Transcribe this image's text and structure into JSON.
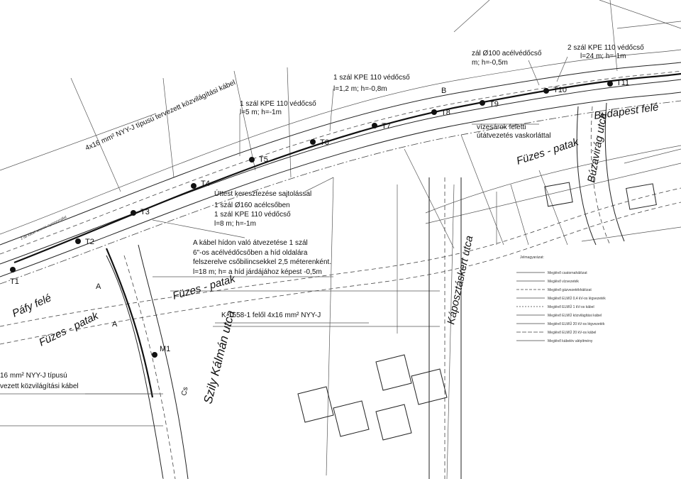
{
  "plan": {
    "annotations": {
      "main_cable": "4x16 mm² NYY-J típusú tervezett közvilágítási kábel",
      "kpe_top": "1 szál KPE 110 védőcső",
      "kpe_top_len": "l=5 m; h=-1m",
      "partial_top": "1 szál KPE 110 védőcső",
      "partial_top_len": "l=1,2 m; h=-0,8m",
      "acel_top_right": "zál Ø100 acélvédőcső",
      "acel_top_right_len": "m; h=-0,5m",
      "kpe_two_right": "2 szál KPE 110 védőcső",
      "kpe_two_right_len": "l=24 m; h=-1m",
      "vizesarok_1": "vízesárok feletti",
      "vizesarok_2": "útátvezetés vaskorláttal",
      "crossing_1": "Úttest keresztezése sajtolással",
      "crossing_2": "1 szál Ø160 acélcsőben",
      "crossing_3": "1 szál KPE 110 védőcső",
      "crossing_4": "l=8 m; h=-1m",
      "bridge_1": "A kábel hídon való átvezetése 1 szál",
      "bridge_2": "6\"-os acélvédőcsőben a híd oldalára",
      "bridge_3": "felszerelve csőbilincsekkel 2,5 méterenként.",
      "bridge_4": "l=18 m; h= a híd járdájához képest -0,5m",
      "k1558": "K-1558-1 felől 4x16 mm² NYY-J",
      "lower_left_1": "16 mm² NYY-J típusú",
      "lower_left_2": "vezett közvilágítási kábel",
      "same_route": "2 db kábel azonos nyomvonallal",
      "marker_b": "B",
      "marker_a1": "A",
      "marker_a2": "A"
    },
    "streets": {
      "fuzes_patak_center": "Füzes - patak",
      "fuzes_patak_left": "Füzes - patak",
      "fuzes_patak_right": "Füzes - patak",
      "pafy": "Páfy felé",
      "szily": "Szily Kálmán utca",
      "kaposztas": "Káposztáskert utca",
      "buzavirag": "Búzavirág utca",
      "budapest": "Budapest felé",
      "cs": "Cs"
    },
    "poles": [
      "T1",
      "T2",
      "T3",
      "T4",
      "T5",
      "T6",
      "T7",
      "T8",
      "T9",
      "T10",
      "T11",
      "M1"
    ],
    "legend": {
      "title": "Jelmagyarázat:",
      "items": [
        "Meglévő csatornahálózat",
        "Meglévő vízvezeték",
        "Meglévő gázvezetékhálózat",
        "Meglévő ELMŰ 0,4 kV-os légvezeték",
        "Meglévő ELMŰ 1 kV-os kábel",
        "Meglévő ELMŰ közvilágítási kábel",
        "Meglévő ELMŰ 20 kV-os légvezeték",
        "Meglévő ELMŰ 20 kV-os kábel",
        "Meglévő kábelév alépítmény"
      ]
    }
  }
}
